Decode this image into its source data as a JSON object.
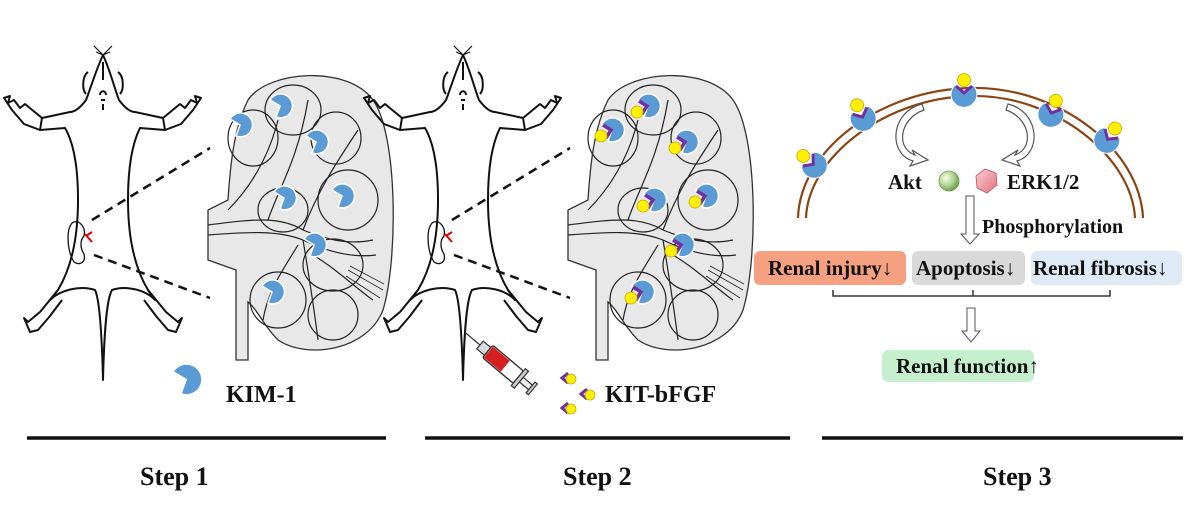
{
  "step1": {
    "legend_label": "KIM-1",
    "caption": "Step 1"
  },
  "step2": {
    "legend_label": "KIT-bFGF",
    "caption": "Step 2"
  },
  "step3": {
    "caption": "Step 3",
    "kinase_left": "Akt",
    "kinase_right": "ERK1/2",
    "process_label": "Phosphorylation",
    "outcomes": [
      {
        "label": "Renal injury",
        "arrow": "↓",
        "color": "#f4a081"
      },
      {
        "label": "Apoptosis ",
        "arrow": "↓",
        "color": "#d9d9d9"
      },
      {
        "label": "Renal fibrosis",
        "arrow": "↓",
        "color": "#deebf7"
      }
    ],
    "result": {
      "label": "Renal function",
      "arrow": "↑",
      "color": "#c6efce"
    }
  },
  "colors": {
    "receptor_blue": "#5b9bd5",
    "ligand_yellow": "#ffff00",
    "linker_purple": "#7030a0",
    "membrane_brown": "#8b4513",
    "kidney_gray": "#e6e6e6",
    "akt_green": "#a9d18e",
    "erk_pink": "#f4a0a8",
    "incision_red": "#e00000"
  }
}
